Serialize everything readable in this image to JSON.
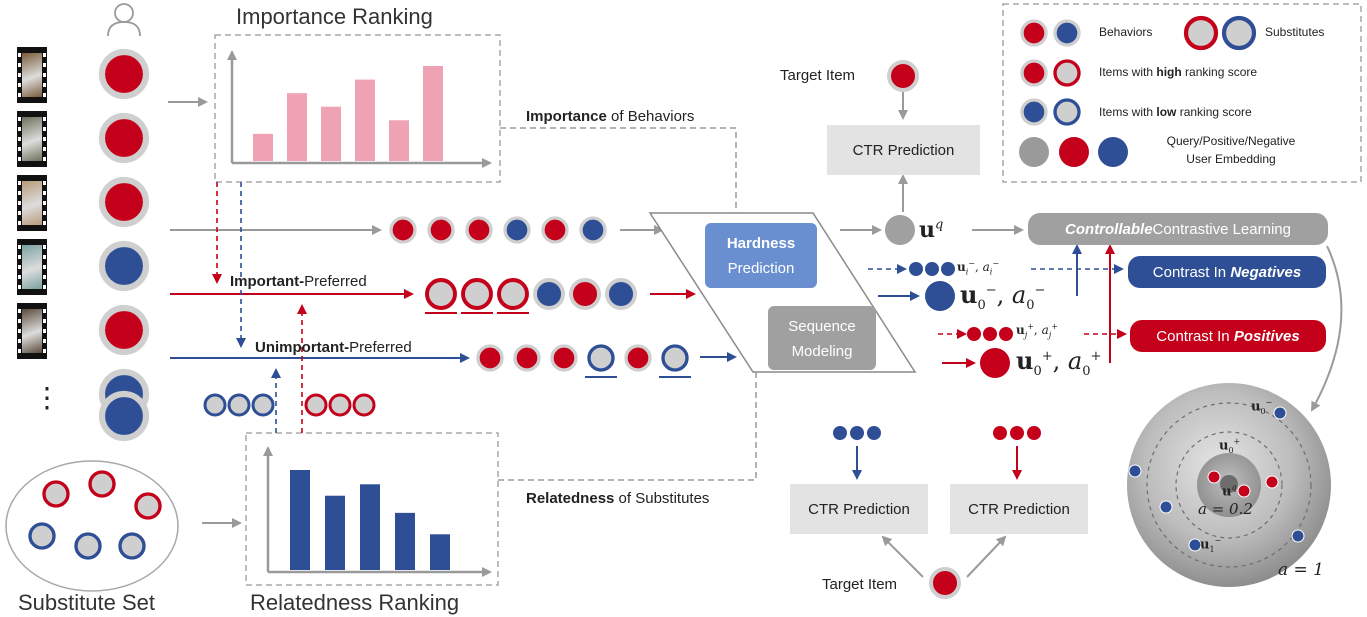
{
  "colors": {
    "red": "#c4001a",
    "blue": "#2e4f96",
    "ring": "#cfcfcf",
    "gray": "#9a9a9a",
    "pink": "#f0a2b5",
    "bar_blue": "#2e4f96",
    "hard": "#6a8fd0",
    "seq": "#a0a0a0"
  },
  "left": {
    "user_icon": "user-icon",
    "behaviors": [
      "red",
      "red",
      "red",
      "blue",
      "red",
      "blue"
    ],
    "dots": "⋮",
    "substitute_set_label": "Substitute Set"
  },
  "importance": {
    "title": "Importance Ranking",
    "chart_data": {
      "type": "bar",
      "title": "Importance Ranking",
      "values": [
        2,
        5,
        4,
        6,
        3,
        7
      ],
      "color": "pink"
    }
  },
  "relatedness": {
    "title": "Relatedness Ranking",
    "chart_data": {
      "type": "bar",
      "title": "Relatedness Ranking",
      "values": [
        7,
        5.2,
        6,
        4,
        2.5
      ],
      "color": "blue"
    }
  },
  "flows": {
    "importance_label_bold": "Importance",
    "importance_label_rest": " of Behaviors",
    "relatedness_label_bold": "Relatedness",
    "relatedness_label_rest": " of Substitutes",
    "important_bold": "Important-",
    "important_rest": "Preferred",
    "unimportant_bold": "Unimportant-",
    "unimportant_rest": "Preferred",
    "row_main": [
      "red",
      "red",
      "red",
      "blue",
      "red",
      "blue"
    ],
    "row_important": [
      "sub_red",
      "sub_red",
      "sub_red",
      "blue",
      "red",
      "blue"
    ],
    "row_unimportant": [
      "red",
      "red",
      "red",
      "sub_blue",
      "red",
      "sub_blue"
    ],
    "sub_blue_group": 3,
    "sub_red_group": 3
  },
  "center": {
    "hardness_line1": "Hardness",
    "hardness_line2": "Prediction",
    "sequence_line1": "Sequence",
    "sequence_line2": "Modeling",
    "target_item": "Target Item",
    "ctr_prediction": "CTR Prediction"
  },
  "right": {
    "uq": "u",
    "uq_sup": "q",
    "u0_neg": "u",
    "a0_neg": "a",
    "u_i_neg": "u",
    "a_i_neg": "a",
    "u0_pos": "u",
    "a0_pos": "a",
    "u_j_pos": "u",
    "a_j_pos": "a",
    "controllable_bold": "Controllable",
    "controllable_rest": " Contrastive Learning",
    "neg_prefix": "Contrast In ",
    "neg_bold": "Negatives",
    "pos_prefix": "Contrast In ",
    "pos_bold": "Positives"
  },
  "sphere": {
    "u0_neg": "u",
    "u0_pos": "u",
    "uq": "u",
    "u1_neg": "u",
    "a_inner": "a = 0.2",
    "a_outer": "a = 1"
  },
  "bottom": {
    "ctr_left": "CTR Prediction",
    "ctr_right": "CTR Prediction",
    "target_item": "Target Item"
  },
  "legend": {
    "behaviors": "Behaviors",
    "substitutes": "Substitutes",
    "high_pre": "Items with ",
    "high_bold": "high",
    "high_post": " ranking score",
    "low_pre": "Items with ",
    "low_bold": "low",
    "low_post": " ranking score",
    "embedding_line1": "Query/Positive/Negative",
    "embedding_line2": "User Embedding"
  }
}
